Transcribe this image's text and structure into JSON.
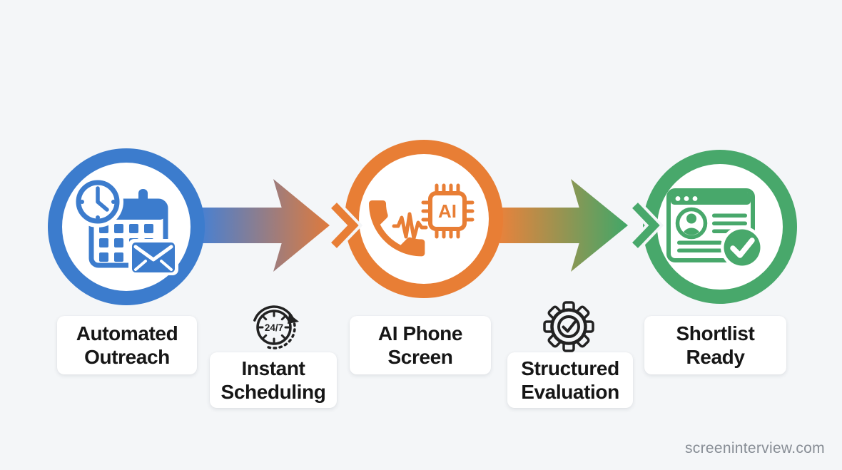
{
  "page": {
    "background": "#f4f6f8",
    "ink": "#222222",
    "watermark": "screeninterview.com",
    "watermark_color": "#878d95"
  },
  "flow": {
    "stages": [
      {
        "name": "automated-outreach",
        "line1": "Automated",
        "line2": "Outreach",
        "color": "#3c7ccd"
      },
      {
        "name": "ai-phone-screen",
        "line1": "AI Phone",
        "line2": "Screen",
        "color": "#e87e35",
        "chip_label": "AI"
      },
      {
        "name": "shortlist-ready",
        "line1": "Shortlist",
        "line2": "Ready",
        "color": "#48a86b"
      }
    ],
    "connectors": [
      {
        "name": "arrow-1",
        "from": "#4a80d0",
        "to": "#df7a3c"
      },
      {
        "name": "arrow-2",
        "from": "#e8823c",
        "to": "#41a768"
      }
    ],
    "sub_steps": [
      {
        "name": "instant-scheduling",
        "line1": "Instant",
        "line2": "Scheduling",
        "icon_label": "24/7"
      },
      {
        "name": "structured-evaluation",
        "line1": "Structured",
        "line2": "Evaluation"
      }
    ]
  }
}
